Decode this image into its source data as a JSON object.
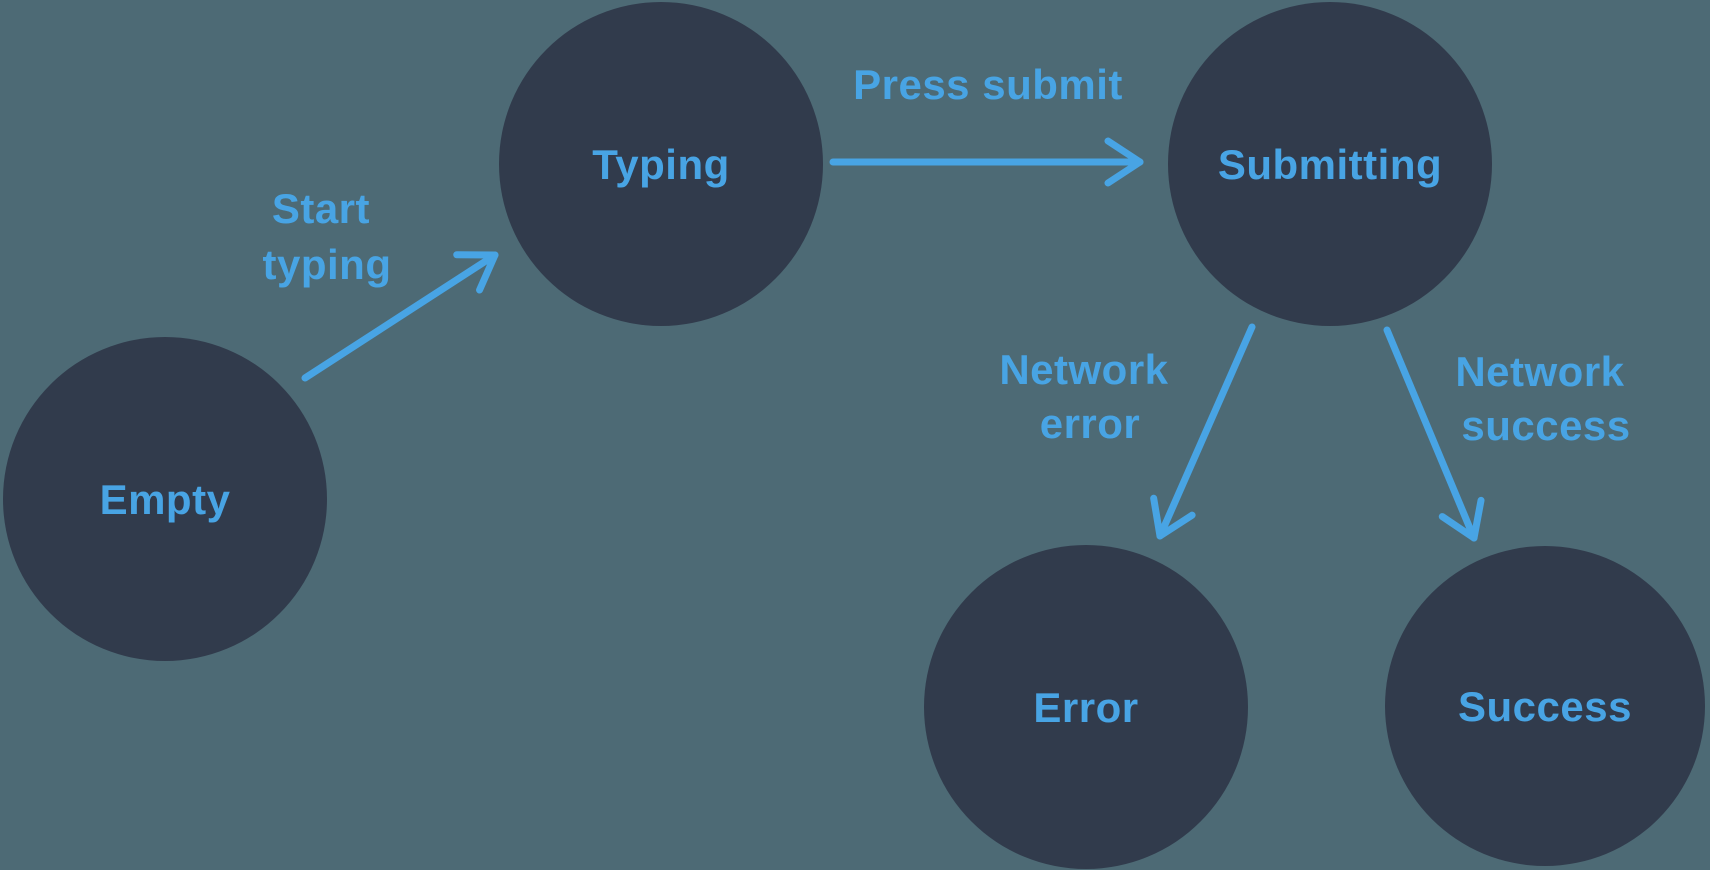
{
  "colors": {
    "background": "#4d6a75",
    "node_fill": "#313b4c",
    "accent": "#48a4e4"
  },
  "states": {
    "empty": {
      "label": "Empty"
    },
    "typing": {
      "label": "Typing"
    },
    "submitting": {
      "label": "Submitting"
    },
    "error": {
      "label": "Error"
    },
    "success": {
      "label": "Success"
    }
  },
  "transitions": {
    "start_typing": {
      "from": "Empty",
      "to": "Typing",
      "label_line1": "Start",
      "label_line2": "typing"
    },
    "press_submit": {
      "from": "Typing",
      "to": "Submitting",
      "label": "Press submit"
    },
    "network_error": {
      "from": "Submitting",
      "to": "Error",
      "label_line1": "Network",
      "label_line2": "error"
    },
    "network_success": {
      "from": "Submitting",
      "to": "Success",
      "label_line1": "Network",
      "label_line2": "success"
    }
  }
}
